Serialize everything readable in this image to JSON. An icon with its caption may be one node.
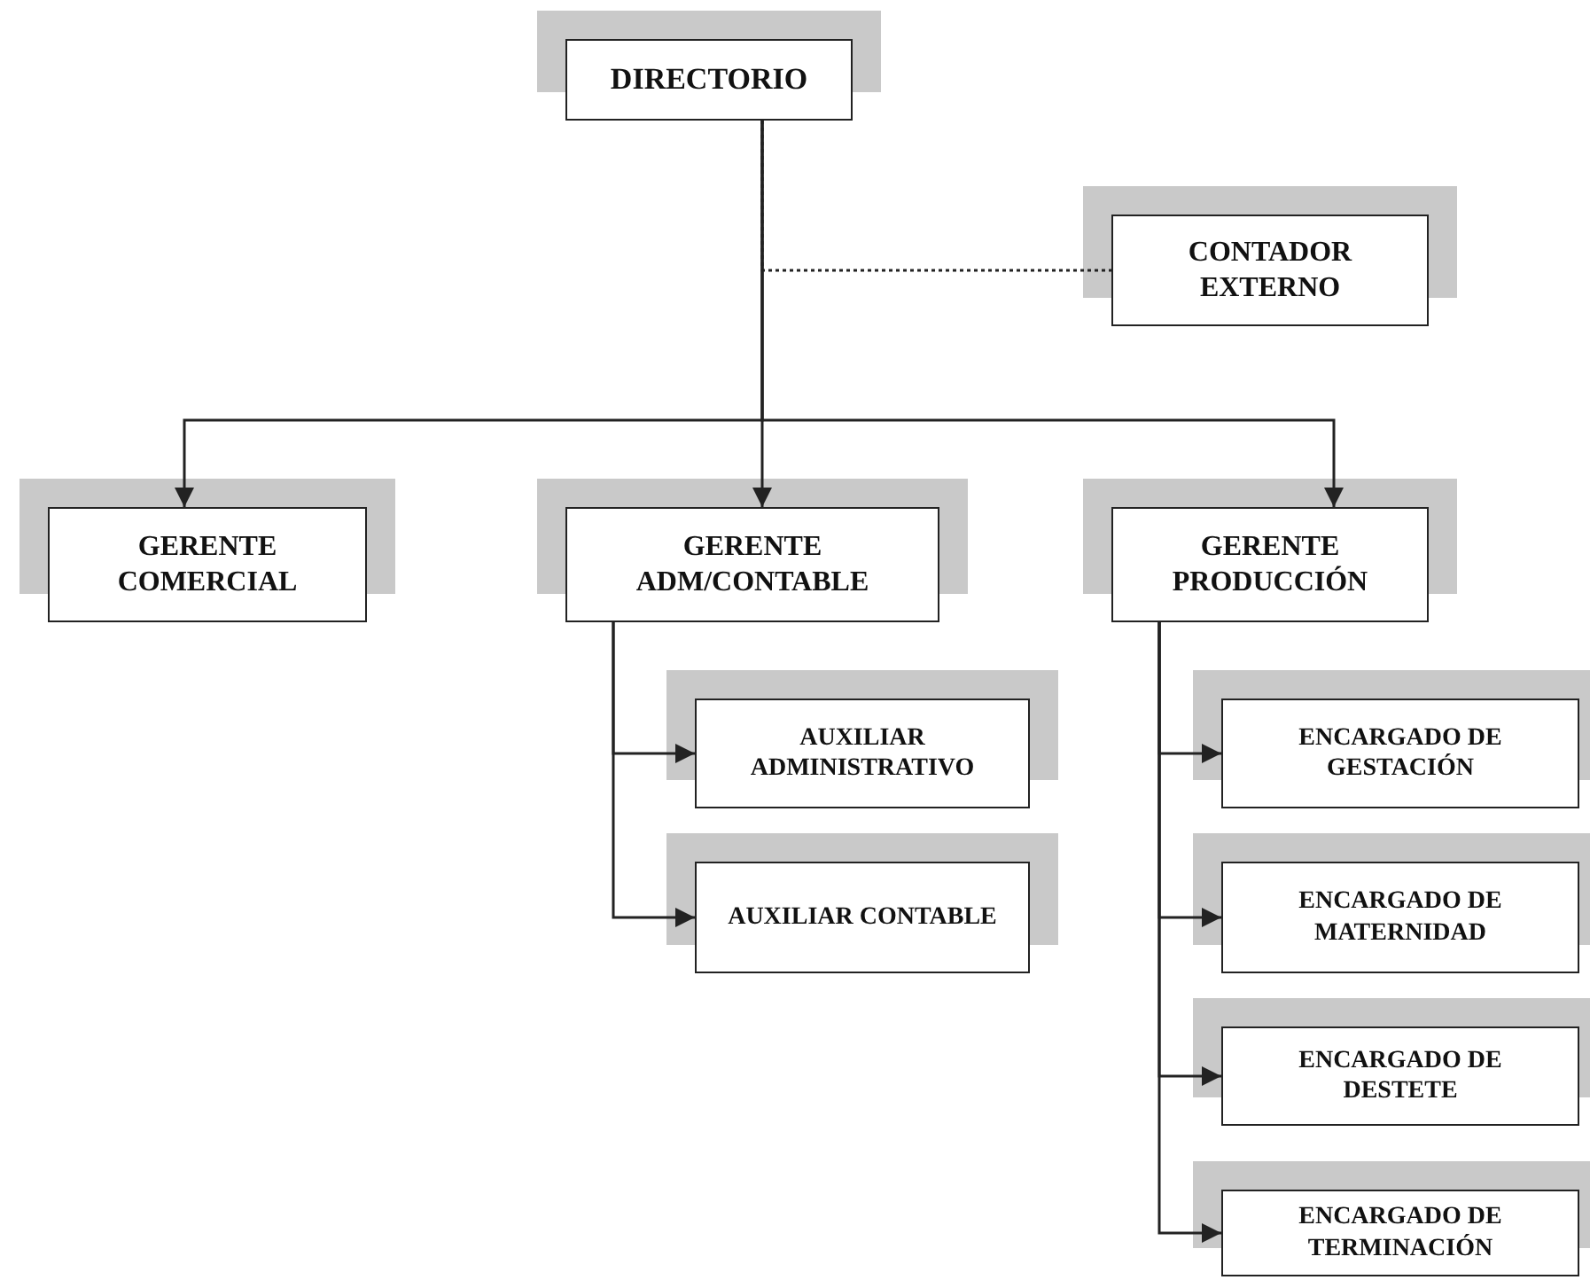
{
  "diagram": {
    "nodes": [
      {
        "text": [
          "DIRECTORIO"
        ]
      },
      {
        "text": [
          "CONTADOR EXTERNO"
        ]
      },
      {
        "text": [
          "GERENTE COMERCIAL"
        ]
      },
      {
        "text": [
          "GERENTE ADM/CONTABLE"
        ]
      },
      {
        "text": [
          "GERENTE PRODUCCIÓN"
        ]
      },
      {
        "text": [
          "AUXILIAR ADMINISTRATIVO"
        ]
      },
      {
        "text": [
          "AUXILIAR CONTABLE"
        ]
      },
      {
        "text": [
          "ENCARGADO DE GESTACIÓN"
        ]
      },
      {
        "text": [
          "ENCARGADO DE MATERNIDAD"
        ]
      },
      {
        "text": [
          "ENCARGADO DE DESTETE"
        ]
      },
      {
        "text": [
          "ENCARGADO DE TERMINACIÓN"
        ]
      }
    ],
    "edges": [
      {
        "from": 0,
        "to": 1,
        "arrow": "none",
        "style": "dashed"
      },
      {
        "from": 0,
        "to": 2,
        "arrow": "to"
      },
      {
        "from": 0,
        "to": 3,
        "arrow": "to"
      },
      {
        "from": 0,
        "to": 4,
        "arrow": "to"
      },
      {
        "from": 3,
        "to": 5,
        "arrow": "to"
      },
      {
        "from": 3,
        "to": 6,
        "arrow": "to"
      },
      {
        "from": 4,
        "to": 7,
        "arrow": "to"
      },
      {
        "from": 4,
        "to": 8,
        "arrow": "to"
      },
      {
        "from": 4,
        "to": 9,
        "arrow": "to"
      },
      {
        "from": 4,
        "to": 10,
        "arrow": "to"
      }
    ]
  }
}
